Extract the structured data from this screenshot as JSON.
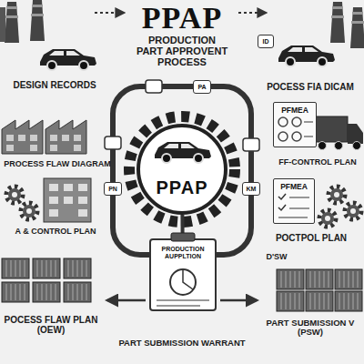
{
  "diagram": {
    "title": "PPAP",
    "nodes": [
      {
        "text": [
          "ID"
        ]
      },
      {
        "text": [
          "PA"
        ]
      },
      {
        "text": [
          "PFMEA"
        ]
      },
      {
        "text": [
          "PPAP"
        ]
      },
      {
        "text": [
          "PN"
        ]
      },
      {
        "text": [
          "KM"
        ]
      },
      {
        "text": [
          "PFMEA"
        ]
      },
      {
        "text": [
          "PRODUCTION AUPPLTION"
        ]
      }
    ],
    "edges": [
      {
        "from": 3,
        "to": 7,
        "arrow": "none"
      }
    ],
    "labels": [
      "PRODUCTION PART APPROVENT PROCESS",
      "DESIGN RECORDS",
      "POCESS FIA DICAM",
      "PROCESS FLAW DIAGRAM",
      "FF-CONTROL PLAN",
      "A & CONTROL PLAN",
      "POCTPOL PLAN",
      "POCESS FLAW PLAN (OEW)",
      "D'SW",
      "PART SUBMISSION V (PSW)",
      "PART SUBMISSION WARRANT"
    ]
  }
}
